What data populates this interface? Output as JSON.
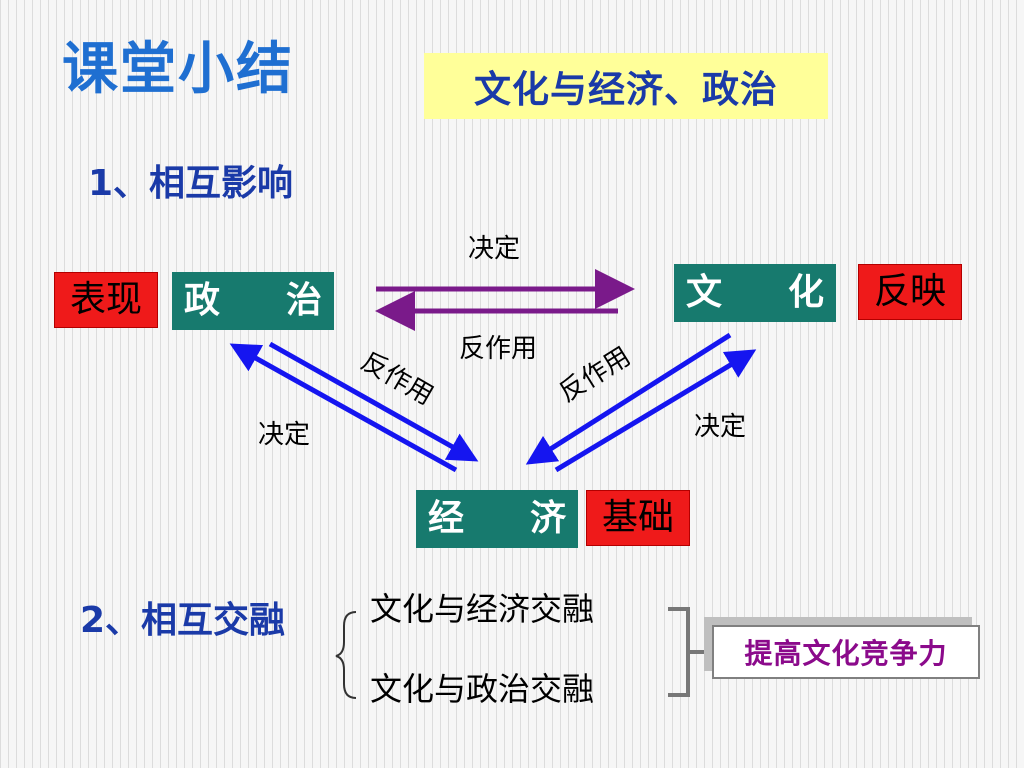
{
  "slide": {
    "title": "课堂小结",
    "topic": "文化与经济、政治"
  },
  "section1": {
    "heading": "1、相互影响",
    "nodes": {
      "politics": [
        "政",
        "治"
      ],
      "culture": [
        "文",
        "化"
      ],
      "economy": [
        "经",
        "济"
      ]
    },
    "tags": {
      "politics": "表现",
      "culture": "反映",
      "economy": "基础"
    },
    "labels": {
      "top_determine": "决定",
      "top_react": "反作用",
      "left_react": "反作用",
      "left_determine": "决定",
      "right_react": "反作用",
      "right_determine": "决定"
    },
    "colors": {
      "node": "#177a6e",
      "tag": "#ef1a1a",
      "purple_arrow": "#7a1a8a",
      "blue_arrow": "#1515f0"
    }
  },
  "section2": {
    "heading": "2、相互交融",
    "items": [
      "文化与经济交融",
      "文化与政治交融"
    ],
    "result": "提高文化竞争力",
    "result_color": "#8b0a8b"
  }
}
